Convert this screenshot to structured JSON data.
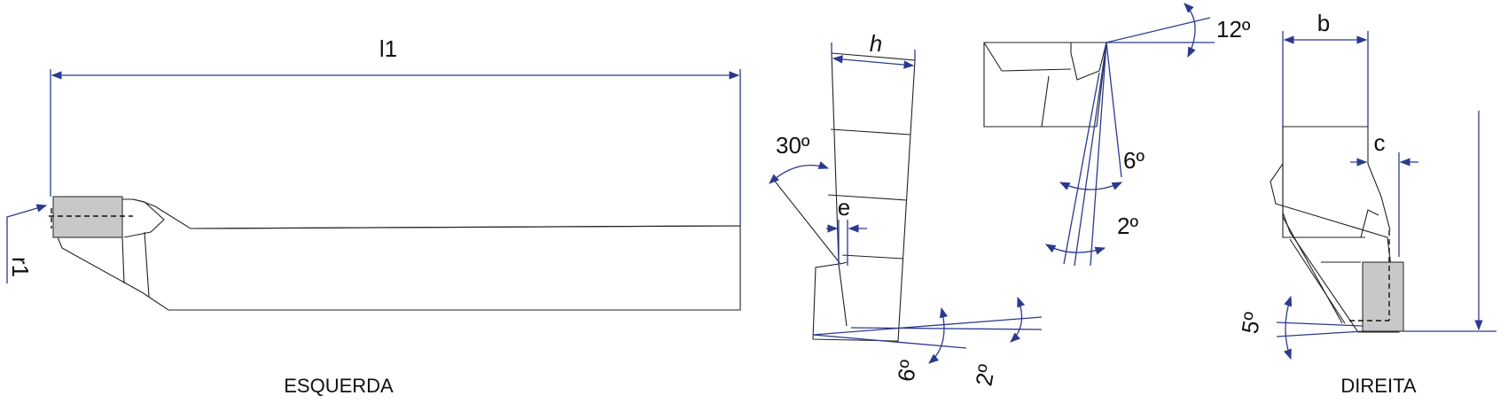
{
  "labels": {
    "l1": "l1",
    "r1": "r1",
    "h": "h",
    "b": "b",
    "c": "c",
    "e": "e",
    "angle_30": "30º",
    "angle_12": "12º",
    "angle_6_top": "6º",
    "angle_2_top": "2º",
    "angle_6_bottom": "6º",
    "angle_2_bottom": "2º",
    "angle_5": "5º"
  },
  "captions": {
    "left": "ESQUERDA",
    "right": "DIREITA"
  },
  "colors": {
    "dimension": "#2b3a8f",
    "outline": "#222222",
    "insert": "#c8c8c8"
  }
}
